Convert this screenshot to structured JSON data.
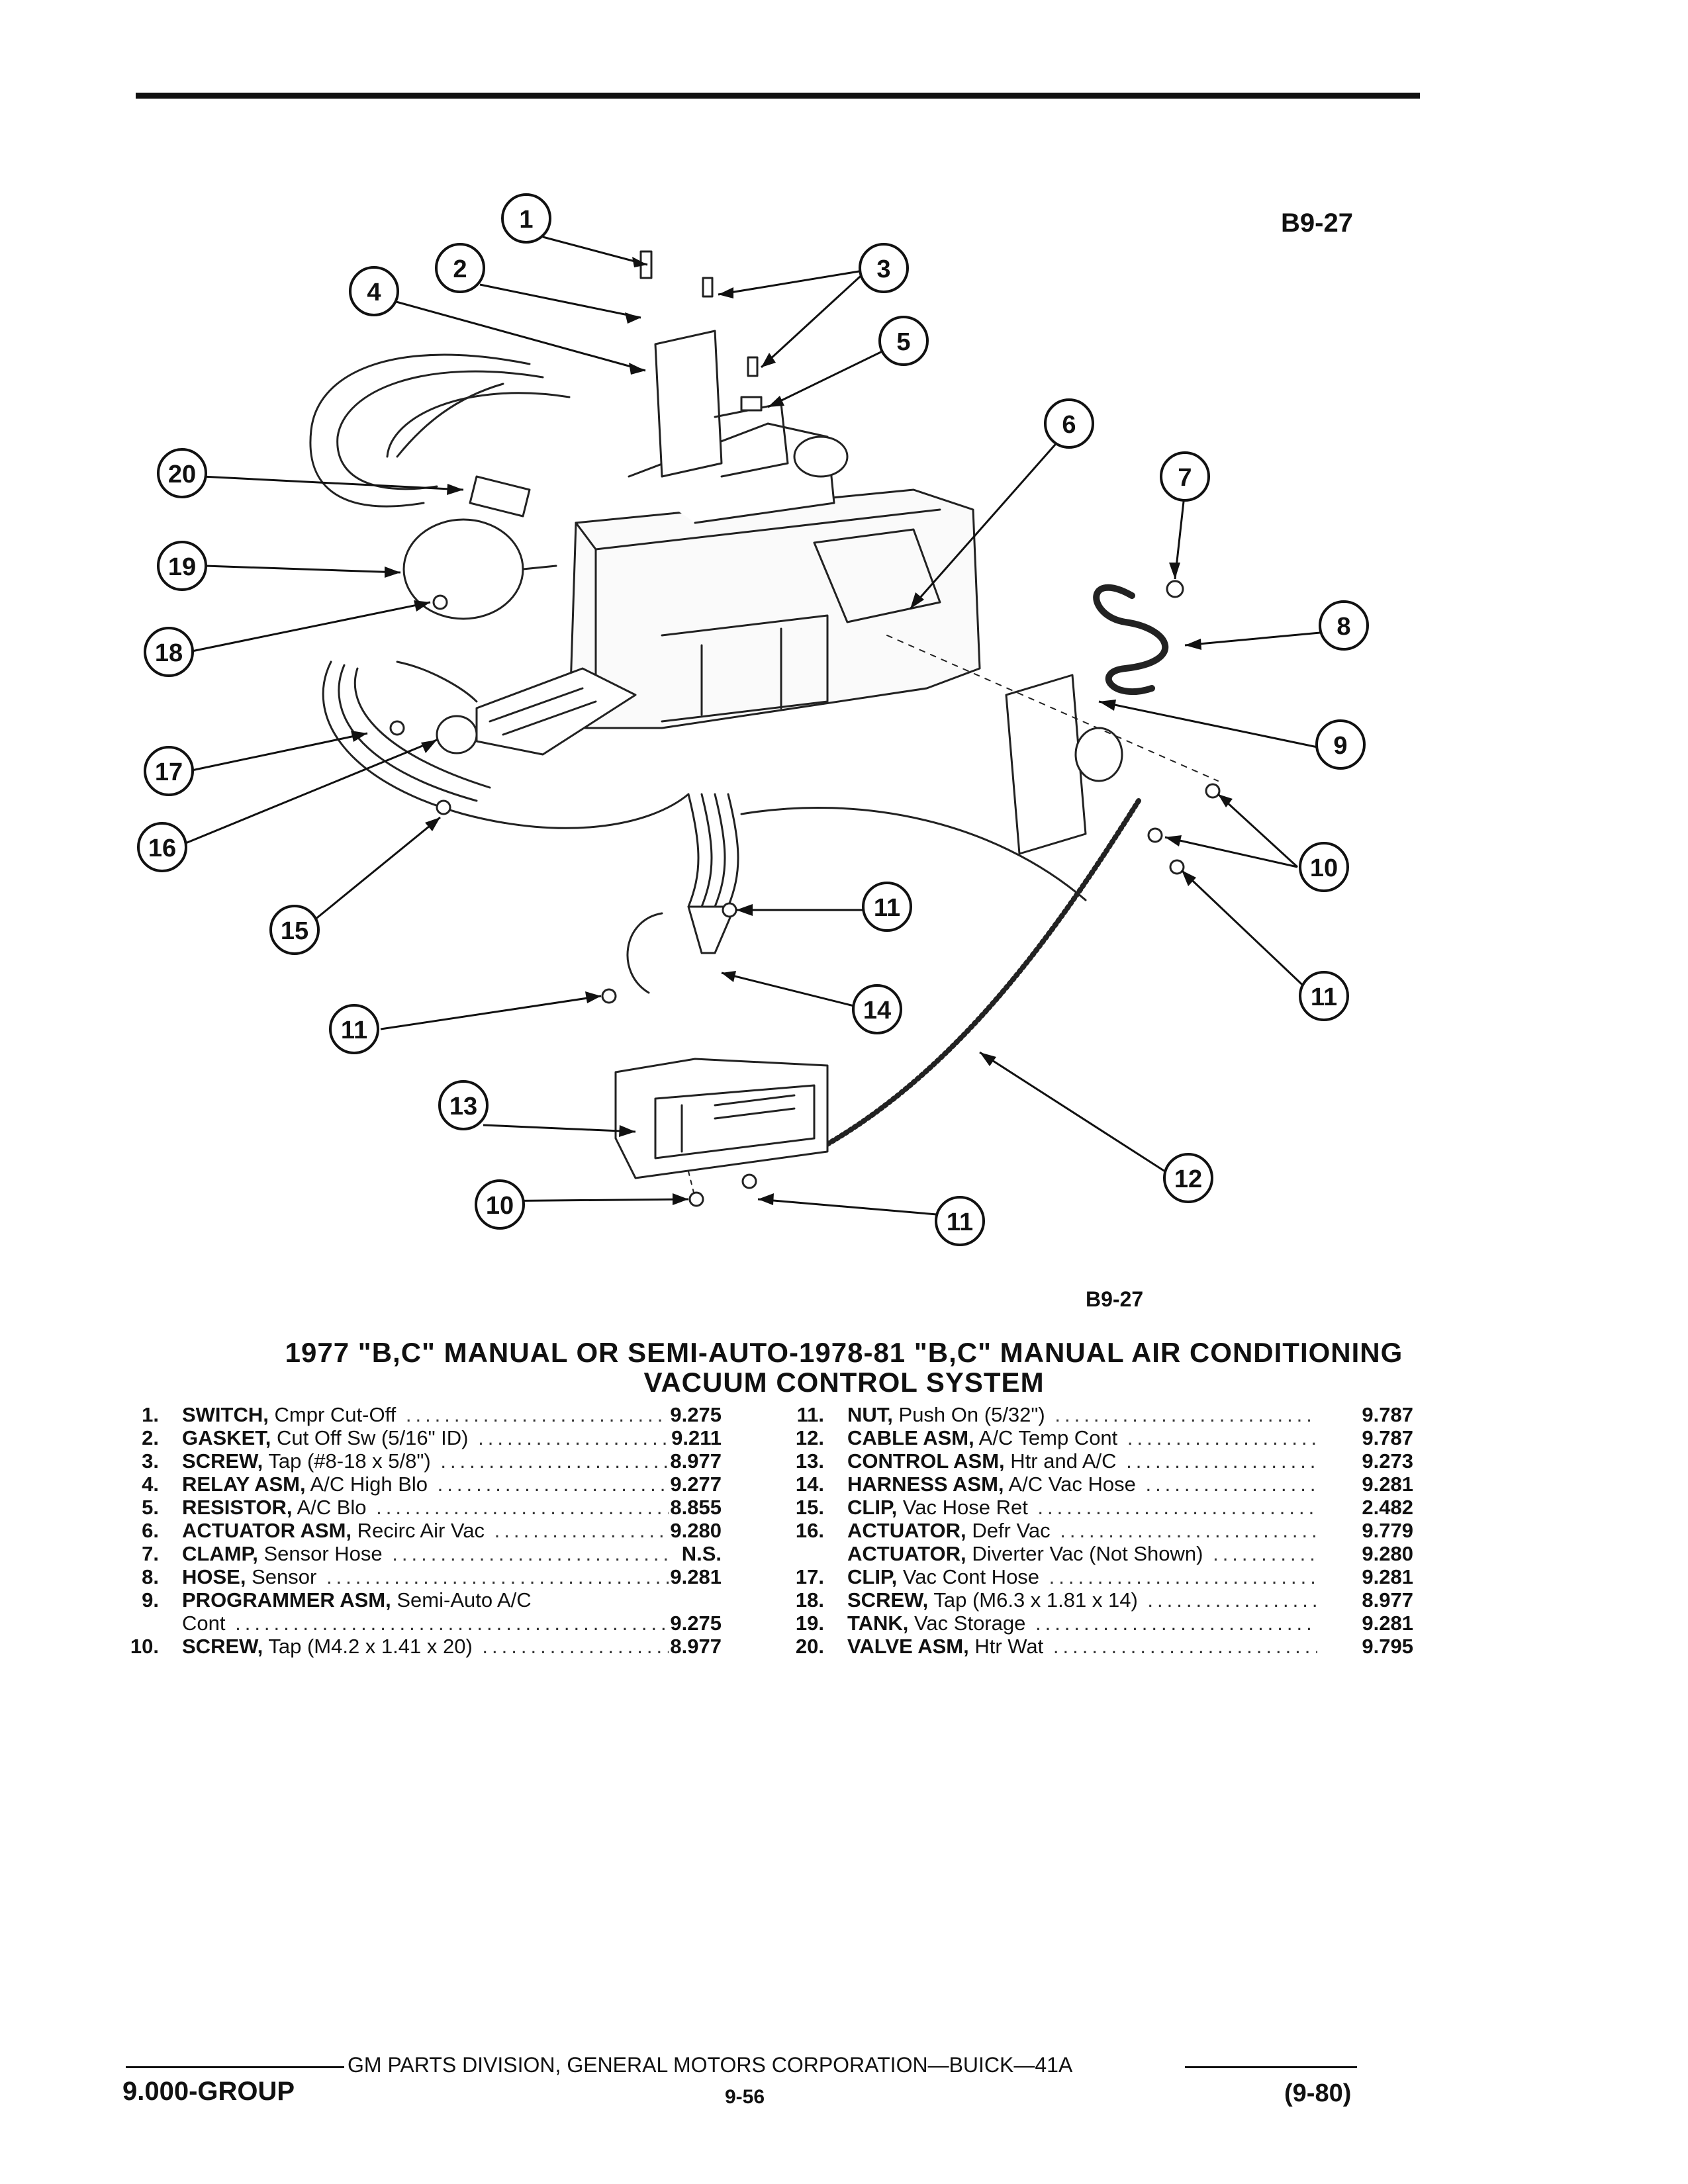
{
  "header": {
    "figure_code_top": "B9-27"
  },
  "figure": {
    "code_bottom": "B9-27",
    "callouts": [
      "1",
      "2",
      "3",
      "4",
      "5",
      "6",
      "7",
      "8",
      "9",
      "10",
      "11",
      "12",
      "13",
      "14",
      "15",
      "16",
      "17",
      "18",
      "19",
      "20"
    ]
  },
  "title": {
    "line1": "1977 \"B,C\" MANUAL OR SEMI-AUTO-1978-81 \"B,C\" MANUAL AIR CONDITIONING",
    "line2": "VACUUM CONTROL SYSTEM"
  },
  "parts_left": [
    {
      "num": "1.",
      "name": "SWITCH,",
      "desc": "Cmpr Cut-Off",
      "value": "9.275"
    },
    {
      "num": "2.",
      "name": "GASKET,",
      "desc": "Cut Off Sw (5/16\" ID)",
      "value": "9.211"
    },
    {
      "num": "3.",
      "name": "SCREW,",
      "desc": "Tap (#8-18 x 5/8\")",
      "value": "8.977"
    },
    {
      "num": "4.",
      "name": "RELAY ASM,",
      "desc": "A/C High Blo",
      "value": "9.277"
    },
    {
      "num": "5.",
      "name": "RESISTOR,",
      "desc": "A/C Blo",
      "value": "8.855"
    },
    {
      "num": "6.",
      "name": "ACTUATOR ASM,",
      "desc": "Recirc Air Vac",
      "value": "9.280"
    },
    {
      "num": "7.",
      "name": "CLAMP,",
      "desc": "Sensor Hose",
      "value": "N.S."
    },
    {
      "num": "8.",
      "name": "HOSE,",
      "desc": "Sensor",
      "value": "9.281"
    },
    {
      "num": "9.",
      "name": "PROGRAMMER ASM,",
      "desc": "Semi-Auto A/C",
      "value": ""
    },
    {
      "num": "",
      "name": "",
      "desc": "Cont",
      "value": "9.275"
    },
    {
      "num": "10.",
      "name": "SCREW,",
      "desc": "Tap (M4.2 x 1.41 x 20)",
      "value": "8.977"
    }
  ],
  "parts_right": [
    {
      "num": "11.",
      "name": "NUT,",
      "desc": "Push On (5/32\")",
      "value": "9.787"
    },
    {
      "num": "12.",
      "name": "CABLE ASM,",
      "desc": "A/C Temp Cont",
      "value": "9.787"
    },
    {
      "num": "13.",
      "name": "CONTROL ASM,",
      "desc": "Htr and A/C",
      "value": "9.273"
    },
    {
      "num": "14.",
      "name": "HARNESS ASM,",
      "desc": "A/C Vac Hose",
      "value": "9.281"
    },
    {
      "num": "15.",
      "name": "CLIP,",
      "desc": "Vac Hose Ret",
      "value": "2.482"
    },
    {
      "num": "16.",
      "name": "ACTUATOR,",
      "desc": "Defr Vac",
      "value": "9.779"
    },
    {
      "num": "",
      "name": "ACTUATOR,",
      "desc": "Diverter Vac (Not Shown)",
      "value": "9.280"
    },
    {
      "num": "17.",
      "name": "CLIP,",
      "desc": "Vac Cont Hose",
      "value": "9.281"
    },
    {
      "num": "18.",
      "name": "SCREW,",
      "desc": "Tap (M6.3 x 1.81 x 14)",
      "value": "8.977"
    },
    {
      "num": "19.",
      "name": "TANK,",
      "desc": "Vac Storage",
      "value": "9.281"
    },
    {
      "num": "20.",
      "name": "VALVE ASM,",
      "desc": "Htr Wat",
      "value": "9.795"
    }
  ],
  "footer": {
    "publisher": "GM PARTS DIVISION, GENERAL MOTORS CORPORATION—BUICK—41A",
    "group": "9.000-GROUP",
    "page": "9-56",
    "date": "(9-80)"
  }
}
